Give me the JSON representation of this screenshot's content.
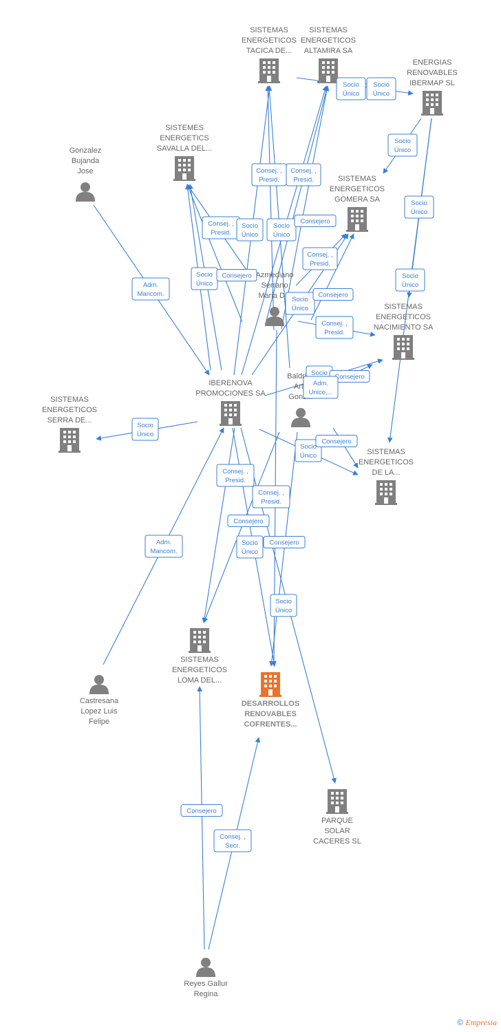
{
  "colors": {
    "edge": "#3a7fd5",
    "node": "#808080",
    "focus": "#e8742c",
    "label": "#666666"
  },
  "companies": [
    {
      "id": "tacica",
      "icon": "building-icon",
      "lines": [
        "SISTEMAS",
        "ENERGETICOS",
        "TACICA DE..."
      ]
    },
    {
      "id": "altamira",
      "icon": "building-icon",
      "lines": [
        "SISTEMAS",
        "ENERGETICOS",
        "ALTAMIRA SA"
      ]
    },
    {
      "id": "ibermap",
      "icon": "building-icon",
      "lines": [
        "ENERGIAS",
        "RENOVABLES",
        "IBERMAP  SL"
      ]
    },
    {
      "id": "savalla",
      "icon": "building-icon",
      "lines": [
        "SISTEMES",
        "ENERGETICS",
        "SAVALLA DEL..."
      ]
    },
    {
      "id": "gomera",
      "icon": "building-icon",
      "lines": [
        "SISTEMAS",
        "ENERGETICOS",
        "GOMERA SA"
      ]
    },
    {
      "id": "nacimiento",
      "icon": "building-icon",
      "lines": [
        "SISTEMAS",
        "ENERGETICOS",
        "NACIMIENTO SA"
      ]
    },
    {
      "id": "iberenova",
      "icon": "building-icon",
      "lines": [
        "IBERENOVA",
        "PROMOCIONES SA"
      ]
    },
    {
      "id": "serra",
      "icon": "building-icon",
      "lines": [
        "SISTEMAS",
        "ENERGETICOS",
        "SERRA DE..."
      ]
    },
    {
      "id": "dela",
      "icon": "building-icon",
      "lines": [
        "SISTEMAS",
        "ENERGETICOS",
        "DE LA..."
      ]
    },
    {
      "id": "loma",
      "icon": "building-icon",
      "lines": [
        "SISTEMAS",
        "ENERGETICOS",
        "LOMA DEL..."
      ]
    },
    {
      "id": "desarrollos",
      "icon": "building-icon",
      "focus": true,
      "lines": [
        "DESARROLLOS",
        "RENOVABLES",
        "COFRENTES..."
      ]
    },
    {
      "id": "parque",
      "icon": "building-icon",
      "lines": [
        "PARQUE",
        "SOLAR",
        "CACERES SL"
      ]
    }
  ],
  "persons": [
    {
      "id": "gonzalez",
      "icon": "person-icon",
      "lines": [
        "Gonzalez",
        "Bujanda",
        "Jose"
      ]
    },
    {
      "id": "azmediano",
      "icon": "person-icon",
      "lines": [
        "Azmediano",
        "Serrano",
        "Maria Del"
      ]
    },
    {
      "id": "baldrich",
      "icon": "person-icon",
      "lines": [
        "Baldrich",
        "Arto",
        "Gonz..."
      ]
    },
    {
      "id": "castresana",
      "icon": "person-icon",
      "lines": [
        "Castresana",
        "Lopez Luis",
        "Felipe"
      ]
    },
    {
      "id": "reyes",
      "icon": "person-icon",
      "lines": [
        "Reyes Gallur",
        "Regina"
      ]
    }
  ],
  "relations": [
    {
      "id": "r1",
      "lines": [
        "Socio",
        "Único"
      ]
    },
    {
      "id": "r2",
      "lines": [
        "Socio",
        "Único"
      ]
    },
    {
      "id": "r3",
      "lines": [
        "Socio",
        "Único"
      ]
    },
    {
      "id": "r4",
      "lines": [
        "Socio",
        "Único"
      ]
    },
    {
      "id": "r5",
      "lines": [
        "Consej. ,",
        "Presid."
      ]
    },
    {
      "id": "r6",
      "lines": [
        "Consej. ,",
        "Presid."
      ]
    },
    {
      "id": "r7",
      "lines": [
        "Consej. ,",
        "Presid."
      ]
    },
    {
      "id": "r8",
      "lines": [
        "Socio",
        "Único"
      ]
    },
    {
      "id": "r9",
      "lines": [
        "Socio",
        "Único"
      ]
    },
    {
      "id": "r10",
      "lines": [
        "Consejero"
      ]
    },
    {
      "id": "r11",
      "lines": [
        "Adm.",
        "Mancom."
      ]
    },
    {
      "id": "r12",
      "lines": [
        "Socio",
        "Único"
      ]
    },
    {
      "id": "r13",
      "lines": [
        "Consejero"
      ]
    },
    {
      "id": "r14",
      "lines": [
        "Consej. ,",
        "Presid."
      ]
    },
    {
      "id": "r15",
      "lines": [
        "Socio",
        "Único"
      ]
    },
    {
      "id": "r16",
      "lines": [
        "Consejero"
      ]
    },
    {
      "id": "r17",
      "lines": [
        "Socio",
        "Único"
      ]
    },
    {
      "id": "r18",
      "lines": [
        "Consej. ,",
        "Presid."
      ]
    },
    {
      "id": "r19",
      "lines": [
        "Socio",
        "Único"
      ]
    },
    {
      "id": "r20",
      "lines": [
        "Consejero"
      ]
    },
    {
      "id": "r21",
      "lines": [
        "Adm.",
        "Unico,..."
      ]
    },
    {
      "id": "r22",
      "lines": [
        "Socio",
        "Único"
      ]
    },
    {
      "id": "r23",
      "lines": [
        "Socio",
        "Único"
      ]
    },
    {
      "id": "r24",
      "lines": [
        "Consejero"
      ]
    },
    {
      "id": "r25",
      "lines": [
        "Consej. ,",
        "Presid."
      ]
    },
    {
      "id": "r26",
      "lines": [
        "Consej. ,",
        "Presid."
      ]
    },
    {
      "id": "r27",
      "lines": [
        "Adm.",
        "Mancom."
      ]
    },
    {
      "id": "r28",
      "lines": [
        "Consejero"
      ]
    },
    {
      "id": "r29",
      "lines": [
        "Socio",
        "Único"
      ]
    },
    {
      "id": "r30",
      "lines": [
        "Consejero"
      ]
    },
    {
      "id": "r31",
      "lines": [
        "Socio",
        "Único"
      ]
    },
    {
      "id": "r32",
      "lines": [
        "Consejero"
      ]
    },
    {
      "id": "r33",
      "lines": [
        "Consej. ,",
        "Secr."
      ]
    }
  ],
  "footer": {
    "copyright": "©",
    "brand": "Empresia"
  }
}
